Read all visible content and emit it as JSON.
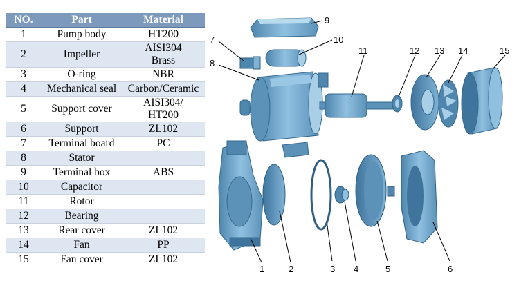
{
  "table": {
    "headers": {
      "no": "NO.",
      "part": "Part",
      "material": "Material"
    },
    "rows": [
      {
        "no": "1",
        "part": "Pump body",
        "material": "HT200"
      },
      {
        "no": "2",
        "part": "Impeller",
        "material": "AISI304\nBrass"
      },
      {
        "no": "3",
        "part": "O-ring",
        "material": "NBR"
      },
      {
        "no": "4",
        "part": "Mechanical seal",
        "material": "Carbon/Ceramic"
      },
      {
        "no": "5",
        "part": "Support cover",
        "material": "AISI304/\nHT200"
      },
      {
        "no": "6",
        "part": "Support",
        "material": "ZL102"
      },
      {
        "no": "7",
        "part": "Terminal board",
        "material": "PC"
      },
      {
        "no": "8",
        "part": "Stator",
        "material": ""
      },
      {
        "no": "9",
        "part": "Terminal box",
        "material": "ABS"
      },
      {
        "no": "10",
        "part": "Capacitor",
        "material": ""
      },
      {
        "no": "11",
        "part": "Rotor",
        "material": ""
      },
      {
        "no": "12",
        "part": "Bearing",
        "material": ""
      },
      {
        "no": "13",
        "part": "Rear cover",
        "material": "ZL102"
      },
      {
        "no": "14",
        "part": "Fan",
        "material": "PP"
      },
      {
        "no": "15",
        "part": "Fan cover",
        "material": "ZL102"
      }
    ]
  },
  "diagram": {
    "callouts": {
      "c1": "1",
      "c2": "2",
      "c3": "3",
      "c4": "4",
      "c5": "5",
      "c6": "6",
      "c7": "7",
      "c8": "8",
      "c9": "9",
      "c10": "10",
      "c11": "11",
      "c12": "12",
      "c13": "13",
      "c14": "14",
      "c15": "15"
    },
    "colors": {
      "part_fill": "#7fb3d5",
      "part_dark": "#4f86ad",
      "part_light": "#a9cfe6",
      "leader": "#000000"
    }
  }
}
